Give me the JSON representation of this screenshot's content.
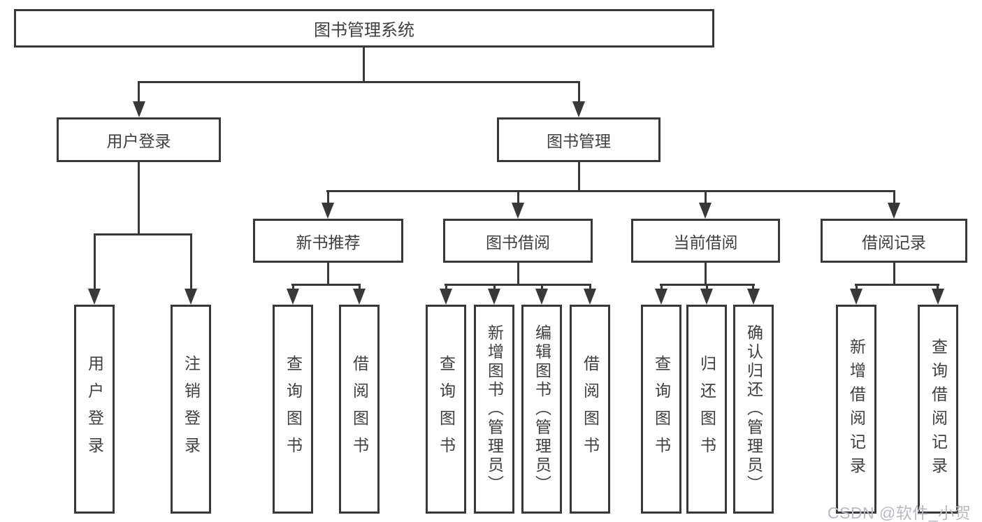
{
  "diagram": {
    "root": {
      "label": "图书管理系统"
    },
    "branches": [
      {
        "label": "用户登录",
        "children": [
          {
            "label": "用户登录"
          },
          {
            "label": "注销登录"
          }
        ]
      },
      {
        "label": "图书管理",
        "children": [
          {
            "label": "新书推荐",
            "children": [
              {
                "label": "查询图书"
              },
              {
                "label": "借阅图书"
              }
            ]
          },
          {
            "label": "图书借阅",
            "children": [
              {
                "label": "查询图书"
              },
              {
                "label": "新增图书（管理员）"
              },
              {
                "label": "编辑图书（管理员）"
              },
              {
                "label": "借阅图书"
              }
            ]
          },
          {
            "label": "当前借阅",
            "children": [
              {
                "label": "查询图书"
              },
              {
                "label": "归还图书"
              },
              {
                "label": "确认归还（管理员）"
              }
            ]
          },
          {
            "label": "借阅记录",
            "children": [
              {
                "label": "新增借阅记录"
              },
              {
                "label": "查询借阅记录"
              }
            ]
          }
        ]
      }
    ]
  },
  "watermark": {
    "text": "CSDN @软件_小贺同学"
  },
  "colors": {
    "line": "#383838",
    "text": "#3f3f3f",
    "background": "#ffffff",
    "watermark": "#b7bac1"
  }
}
